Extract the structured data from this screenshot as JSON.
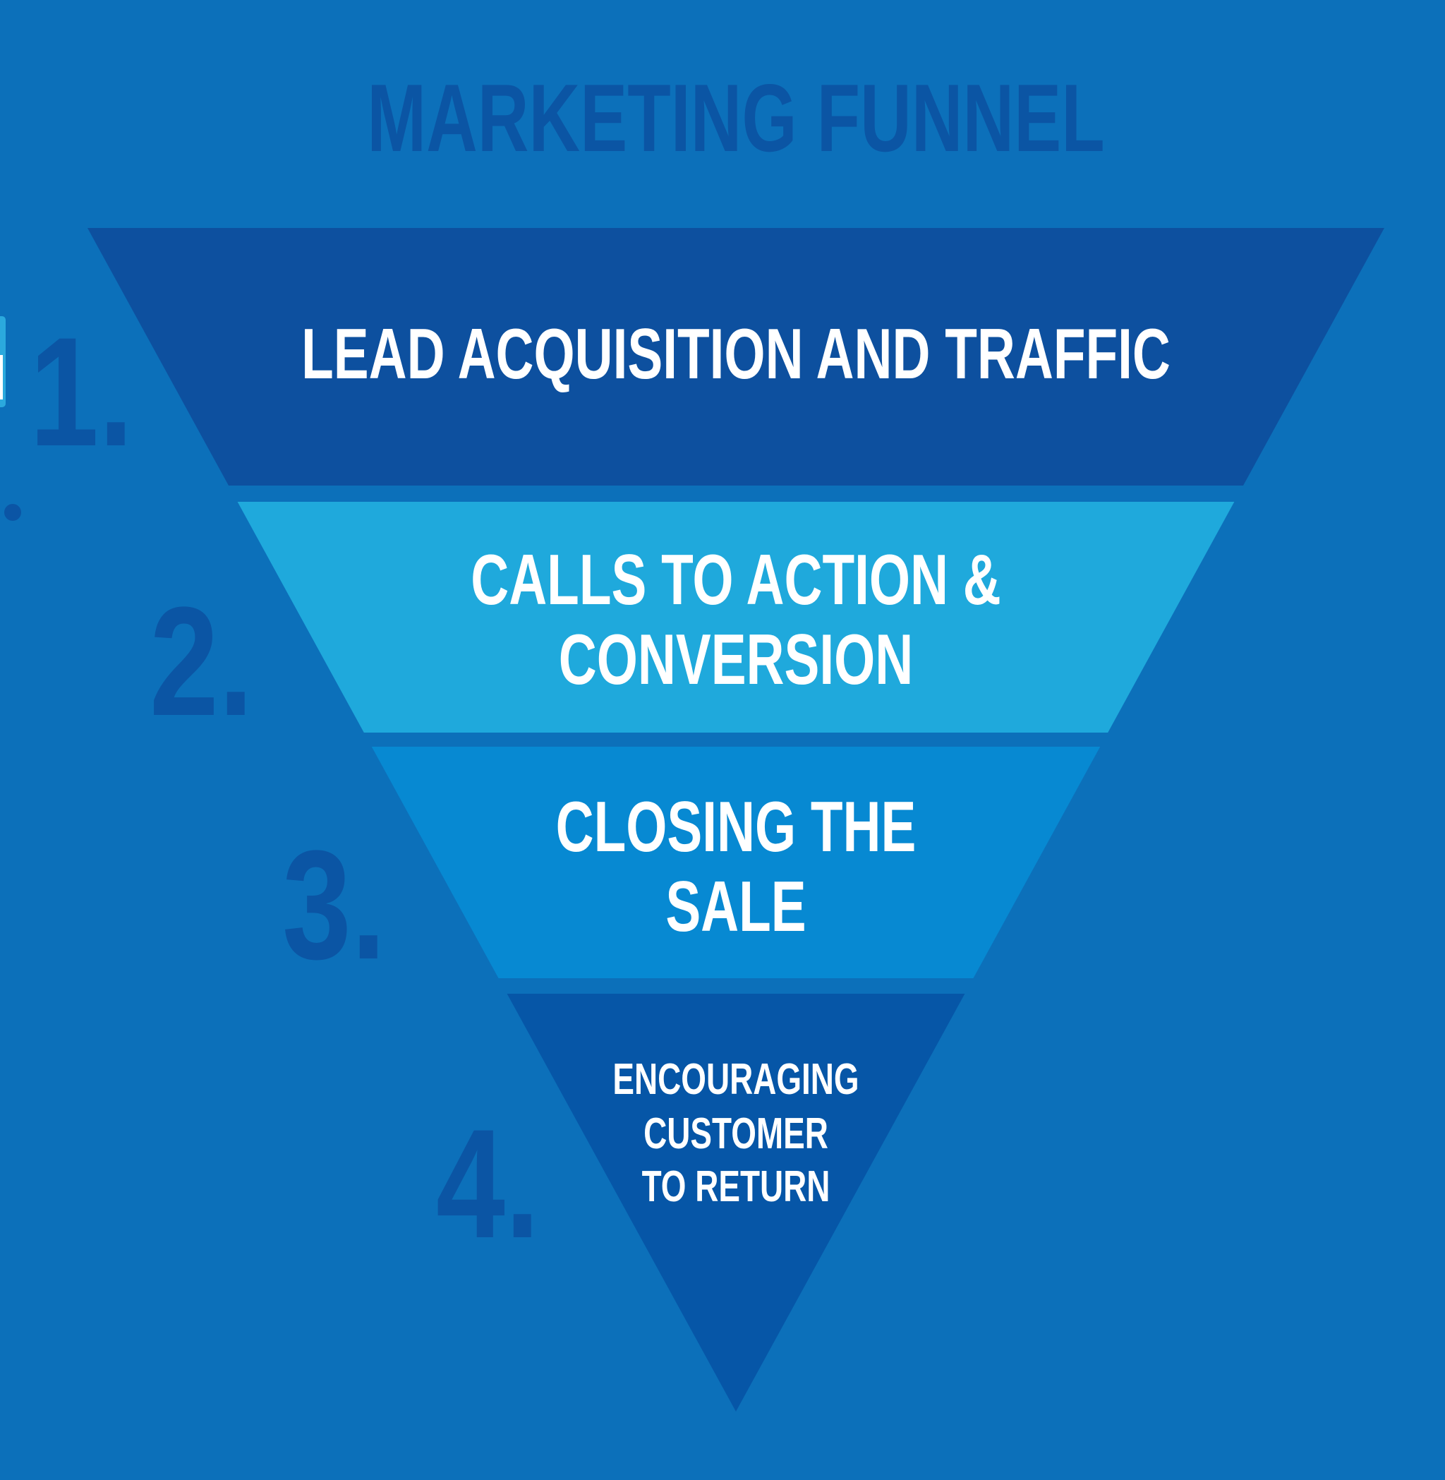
{
  "title": "MARKETING FUNNEL",
  "colors": {
    "background": "#0C70BA",
    "title": "#0B55A4",
    "step_number": "#0B55A4",
    "label_text": "#FFFFFF"
  },
  "funnel": {
    "steps": [
      {
        "number": "1.",
        "color": "#0D509F",
        "label": "LEAD ACQUISITION AND TRAFFIC",
        "lines": [
          "LEAD ACQUISITION AND TRAFFIC"
        ]
      },
      {
        "number": "2.",
        "color": "#1FA9DC",
        "label": "CALLS TO ACTION & CONVERSION",
        "lines": [
          "CALLS TO ACTION &",
          "CONVERSION"
        ]
      },
      {
        "number": "3.",
        "color": "#0789D2",
        "label": "CLOSING THE SALE",
        "lines": [
          "CLOSING THE",
          "SALE"
        ]
      },
      {
        "number": "4.",
        "color": "#0656A7",
        "label": "ENCOURAGING CUSTOMER TO RETURN",
        "lines": [
          "ENCOURAGING",
          "CUSTOMER",
          "TO RETURN"
        ]
      }
    ]
  },
  "artifacts": {
    "edge_bar_color": "#2BA9DD",
    "edge_bar_inner_color": "#FFFFFF",
    "edge_dot_color": "#0B55A5"
  }
}
